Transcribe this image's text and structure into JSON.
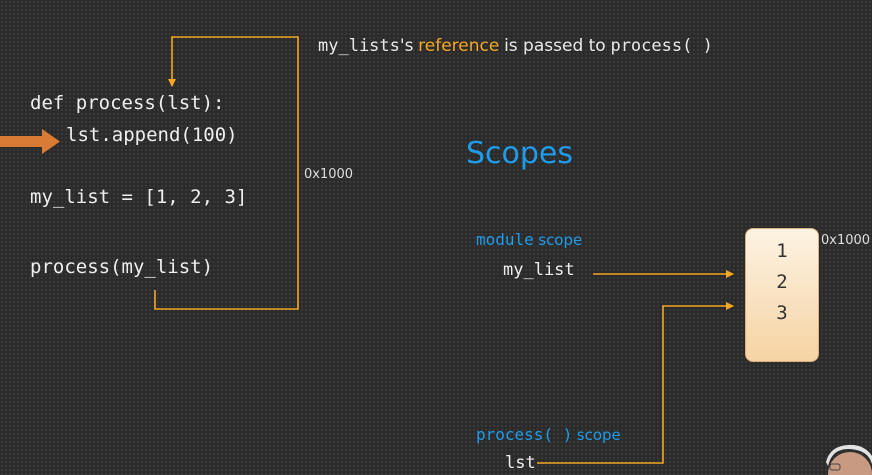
{
  "code": {
    "line_def": "def process(lst):",
    "line_append": "lst.append(100)",
    "line_assign": "my_list = [1, 2, 3]",
    "line_call": "process(my_list)"
  },
  "caption": {
    "var_name": "my_lists",
    "possessive": "'s",
    "reference": "reference",
    "middle": "is passed to",
    "func": "process( )"
  },
  "address_label_arrow": "0x1000",
  "address_label_box": "0x1000",
  "scopes_title": "Scopes",
  "module_scope": {
    "keyword": "module",
    "word": "scope",
    "variable": "my_list"
  },
  "process_scope": {
    "keyword": "process( )",
    "word": "scope",
    "variable": "lst"
  },
  "list_values": [
    "1",
    "2",
    "3"
  ],
  "colors": {
    "background": "#2b2b2b",
    "accent_orange": "#f5a623",
    "accent_blue": "#1e9be9",
    "box_fill": "#fbe6c8",
    "pointer_arrow": "#e08a3a"
  },
  "icons": {
    "current_line_pointer": "arrow-right-icon"
  }
}
